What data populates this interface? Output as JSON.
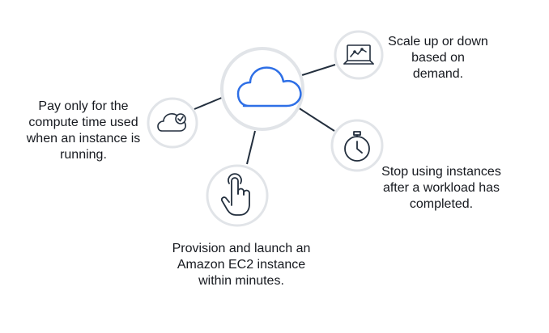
{
  "labels": {
    "pay_per_use": "Pay only for the compute time used when an instance is running.",
    "scale": "Scale up or down based on demand.",
    "stop": "Stop using instances after a workload has completed.",
    "provision": "Provision and launch an Amazon EC2 instance within minutes."
  },
  "colors": {
    "accent": "#2e6fe6",
    "circle_border": "#e1e4e8",
    "line": "#232f3e",
    "icon": "#232f3e",
    "text": "#16191f"
  },
  "icons": {
    "center": "cloud-icon",
    "pay": "cloud-check-icon",
    "scale": "laptop-chart-icon",
    "stop": "stopwatch-icon",
    "provision": "pointing-hand-icon"
  }
}
